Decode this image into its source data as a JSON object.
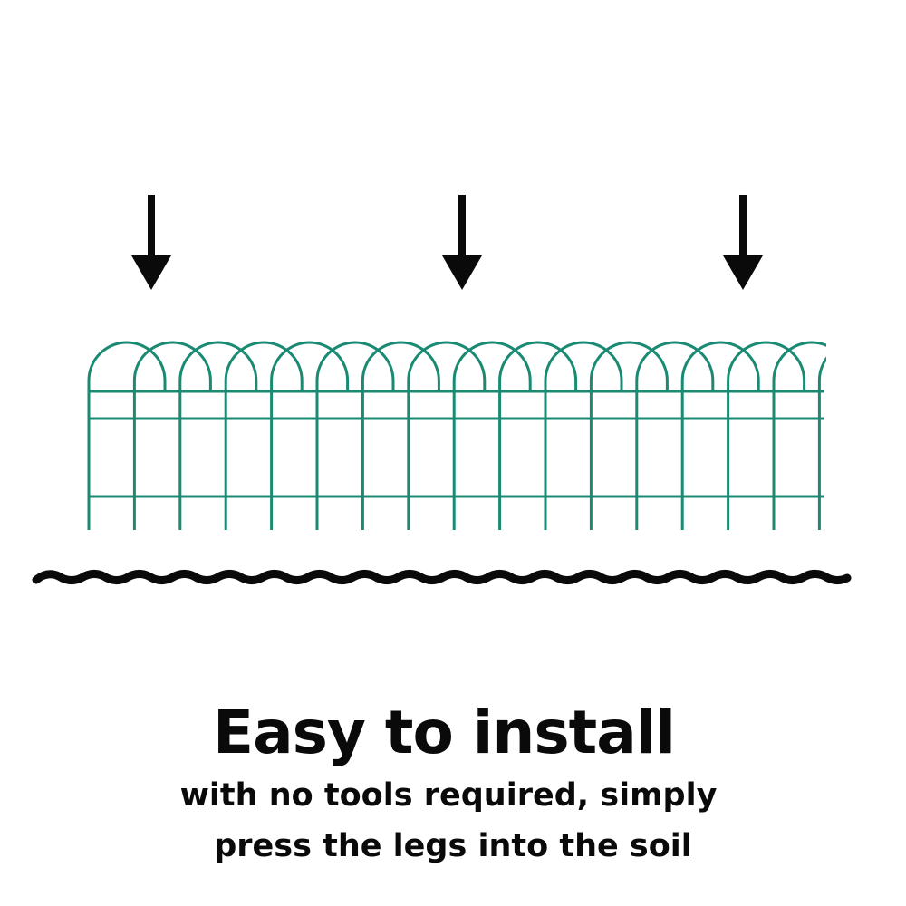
{
  "colors": {
    "fence": "#1b8a72",
    "ink": "#0a0a0a"
  },
  "icons": [
    "down-arrow-icon",
    "fence-illustration",
    "ground-line"
  ],
  "headline": "Easy to install",
  "subtext": {
    "line1": "with no tools required, simply",
    "line2": "press the legs into the soil"
  }
}
